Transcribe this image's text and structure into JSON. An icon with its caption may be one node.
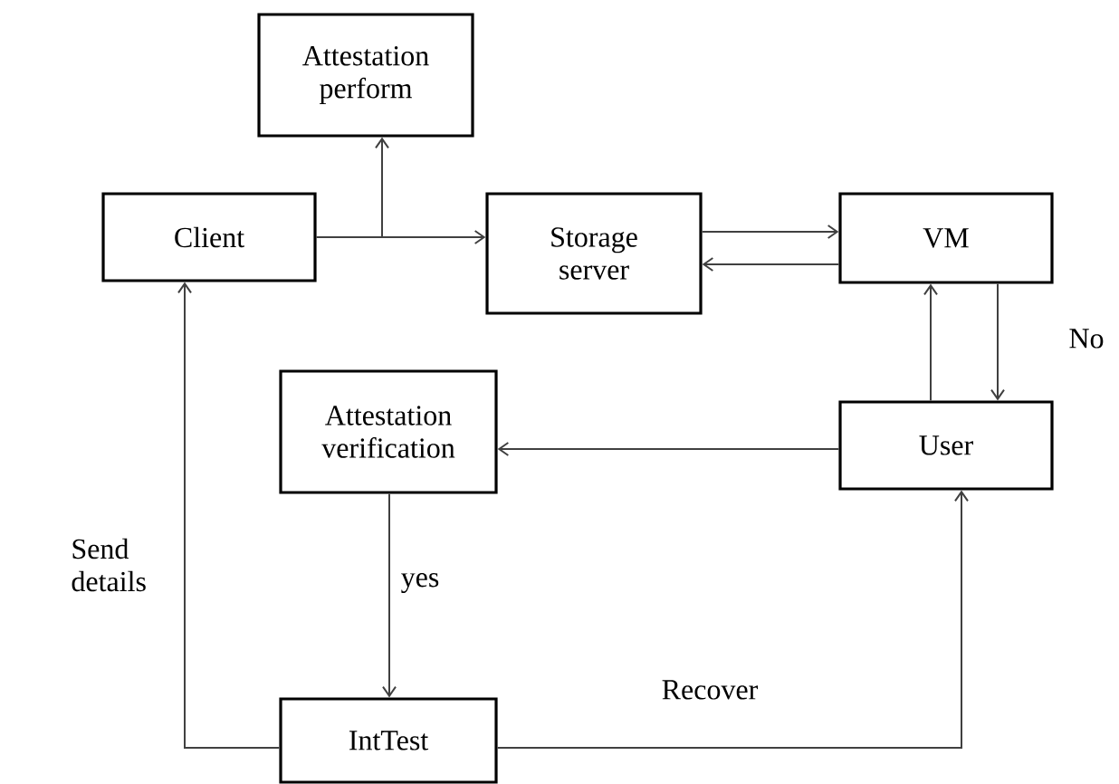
{
  "diagram": {
    "nodes": [
      {
        "text": [
          "Attestation perform"
        ]
      },
      {
        "text": [
          "Client"
        ]
      },
      {
        "text": [
          "Storage server"
        ]
      },
      {
        "text": [
          "VM"
        ]
      },
      {
        "text": [
          "User"
        ]
      },
      {
        "text": [
          "Attestation verification"
        ]
      },
      {
        "text": [
          "IntTest"
        ]
      }
    ],
    "edges": [
      {
        "from": 1,
        "to": 2,
        "arrow": "to"
      },
      {
        "from": 1,
        "to": 0,
        "arrow": "to"
      },
      {
        "from": 2,
        "to": 3,
        "arrow": "to"
      },
      {
        "from": 3,
        "to": 2,
        "arrow": "to"
      },
      {
        "from": 4,
        "to": 3,
        "arrow": "to"
      },
      {
        "from": 3,
        "to": 4,
        "arrow": "to",
        "label": "No"
      },
      {
        "from": 4,
        "to": 5,
        "arrow": "to"
      },
      {
        "from": 5,
        "to": 6,
        "arrow": "to",
        "label": "yes"
      },
      {
        "from": 6,
        "to": 1,
        "arrow": "to",
        "label": "Send details"
      },
      {
        "from": 6,
        "to": 4,
        "arrow": "to",
        "label": "Recover"
      }
    ]
  }
}
